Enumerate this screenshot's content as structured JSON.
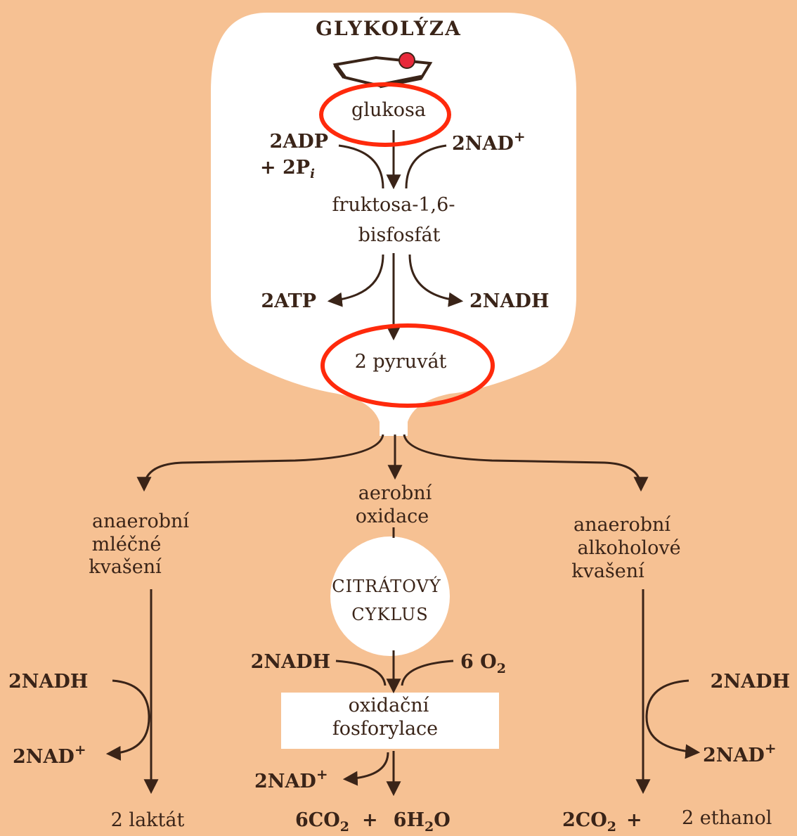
{
  "glycolysis": {
    "title": "GLYKOLÝZA",
    "glucose": "glukosa",
    "adp_line1": "2ADP",
    "adp_line2": "+ 2P",
    "adp_sub": "i",
    "nad_in": "2NAD",
    "fructose_line1": "fruktosa-1,6-",
    "fructose_line2": "bisfosfát",
    "atp_out": "2ATP",
    "nadh_out": "2NADH",
    "pyruvate": "2 pyruvát"
  },
  "branches": {
    "lactic": {
      "line1": "anaerobní",
      "line2": "mléčné",
      "line3": "kvašení",
      "nadh": "2NADH",
      "nad": "2NAD",
      "product": "2 laktát"
    },
    "aerobic": {
      "line1": "aerobní",
      "line2": "oxidace",
      "cycle_line1": "CITRÁTOVÝ",
      "cycle_line2": "CYKLUS",
      "nadh": "2NADH",
      "oxygen": "6 O",
      "oxygen_sub": "2",
      "oxphos_line1": "oxidační",
      "oxphos_line2": "fosforylace",
      "nad": "2NAD",
      "co2": "6CO",
      "co2_sub": "2",
      "plus": "+",
      "water": "6H",
      "water_sub": "2",
      "water_end": "O"
    },
    "alcoholic": {
      "line1": "anaerobní",
      "line2": "alkoholové",
      "line3": "kvašení",
      "nadh": "2NADH",
      "nad": "2NAD",
      "co2": "2CO",
      "co2_sub": "2",
      "plus": "+",
      "ethanol": "2 ethanol"
    }
  },
  "symbols": {
    "plus_sup": "+"
  },
  "colors": {
    "background": "#f6c193",
    "panel": "#ffffff",
    "ink": "#3a2418",
    "highlight": "#ff2a0c"
  },
  "icons": {
    "glucose": "glucose-ring-icon"
  }
}
